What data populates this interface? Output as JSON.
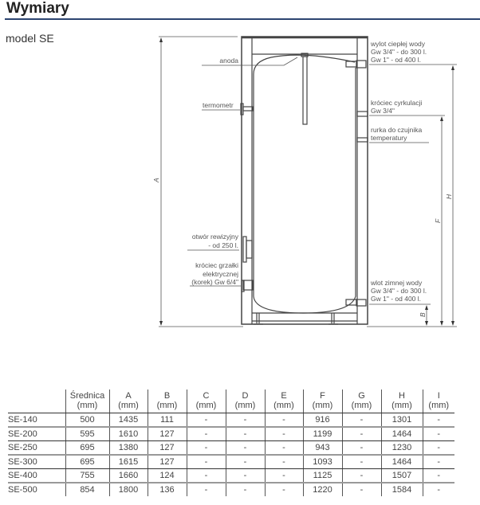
{
  "header": {
    "title": "Wymiary",
    "model": "model SE"
  },
  "diagram": {
    "labels": {
      "anoda": "anoda",
      "termometr": "termometr",
      "otwor1": "otwór rewizyjny",
      "otwor2": "- od 250 l.",
      "grzalka1": "króciec grzałki",
      "grzalka2": "elektrycznej",
      "grzalka3": "(korek) Gw 6/4\"",
      "wylot1": "wylot ciepłej wody",
      "wylot2": "Gw 3/4\" - do 300 l.",
      "wylot3": "Gw 1\" - od 400 l.",
      "cyrk1": "króciec cyrkulacji",
      "cyrk2": "Gw 3/4\"",
      "rurka1": "rurka do czujnika",
      "rurka2": "temperatury",
      "wlot1": "wlot zimnej wody",
      "wlot2": "Gw 3/4\" - do 300 l.",
      "wlot3": "Gw 1\" - od 400 l."
    },
    "dims": {
      "A": "A",
      "B": "B",
      "F": "F",
      "H": "H"
    }
  },
  "table": {
    "headers": [
      [
        "",
        ""
      ],
      [
        "Średnica",
        "(mm)"
      ],
      [
        "A",
        "(mm)"
      ],
      [
        "B",
        "(mm)"
      ],
      [
        "C",
        "(mm)"
      ],
      [
        "D",
        "(mm)"
      ],
      [
        "E",
        "(mm)"
      ],
      [
        "F",
        "(mm)"
      ],
      [
        "G",
        "(mm)"
      ],
      [
        "H",
        "(mm)"
      ],
      [
        "I",
        "(mm)"
      ]
    ],
    "rows": [
      [
        "SE-140",
        "500",
        "1435",
        "111",
        "-",
        "-",
        "-",
        "916",
        "-",
        "1301",
        "-"
      ],
      [
        "SE-200",
        "595",
        "1610",
        "127",
        "-",
        "-",
        "-",
        "1199",
        "-",
        "1464",
        "-"
      ],
      [
        "SE-250",
        "695",
        "1380",
        "127",
        "-",
        "-",
        "-",
        "943",
        "-",
        "1230",
        "-"
      ],
      [
        "SE-300",
        "695",
        "1615",
        "127",
        "-",
        "-",
        "-",
        "1093",
        "-",
        "1464",
        "-"
      ],
      [
        "SE-400",
        "755",
        "1660",
        "124",
        "-",
        "-",
        "-",
        "1125",
        "-",
        "1507",
        "-"
      ],
      [
        "SE-500",
        "854",
        "1800",
        "136",
        "-",
        "-",
        "-",
        "1220",
        "-",
        "1584",
        "-"
      ]
    ]
  }
}
